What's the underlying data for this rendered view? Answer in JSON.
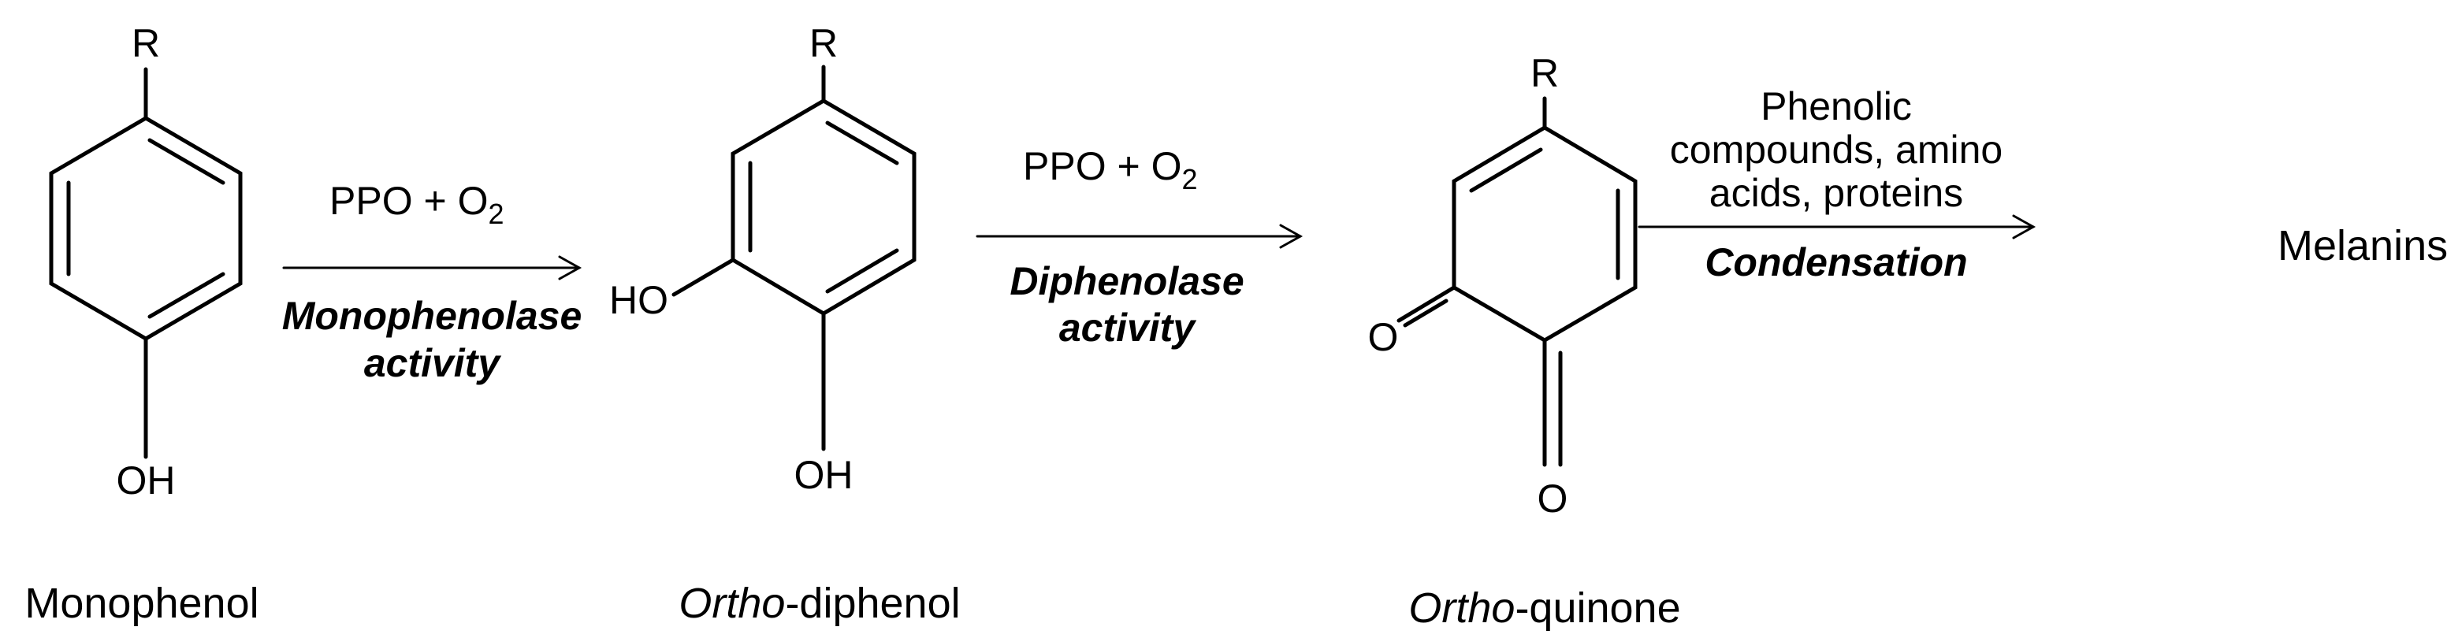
{
  "compounds": {
    "monophenol": {
      "substituent": "R",
      "hydroxyl": "OH",
      "name": "Monophenol"
    },
    "diphenol": {
      "substituent": "R",
      "hydroxyl_1": "HO",
      "hydroxyl_2": "OH",
      "name_prefix": "Ortho",
      "name_suffix": "-diphenol"
    },
    "quinone": {
      "substituent": "R",
      "oxo_1": "O",
      "oxo_2": "O",
      "name_prefix": "Ortho",
      "name_suffix": "-quinone"
    },
    "product": {
      "name": "Melanins"
    }
  },
  "steps": [
    {
      "reagent_main": "PPO + O",
      "reagent_sub": "2",
      "activity_line1": "Monophenolase",
      "activity_line2": "activity"
    },
    {
      "reagent_main": "PPO + O",
      "reagent_sub": "2",
      "activity_line1": "Diphenolase",
      "activity_line2": "activity"
    },
    {
      "conditions": [
        "Phenolic",
        "compounds, amino",
        "acids, proteins"
      ],
      "activity": "Condensation"
    }
  ]
}
